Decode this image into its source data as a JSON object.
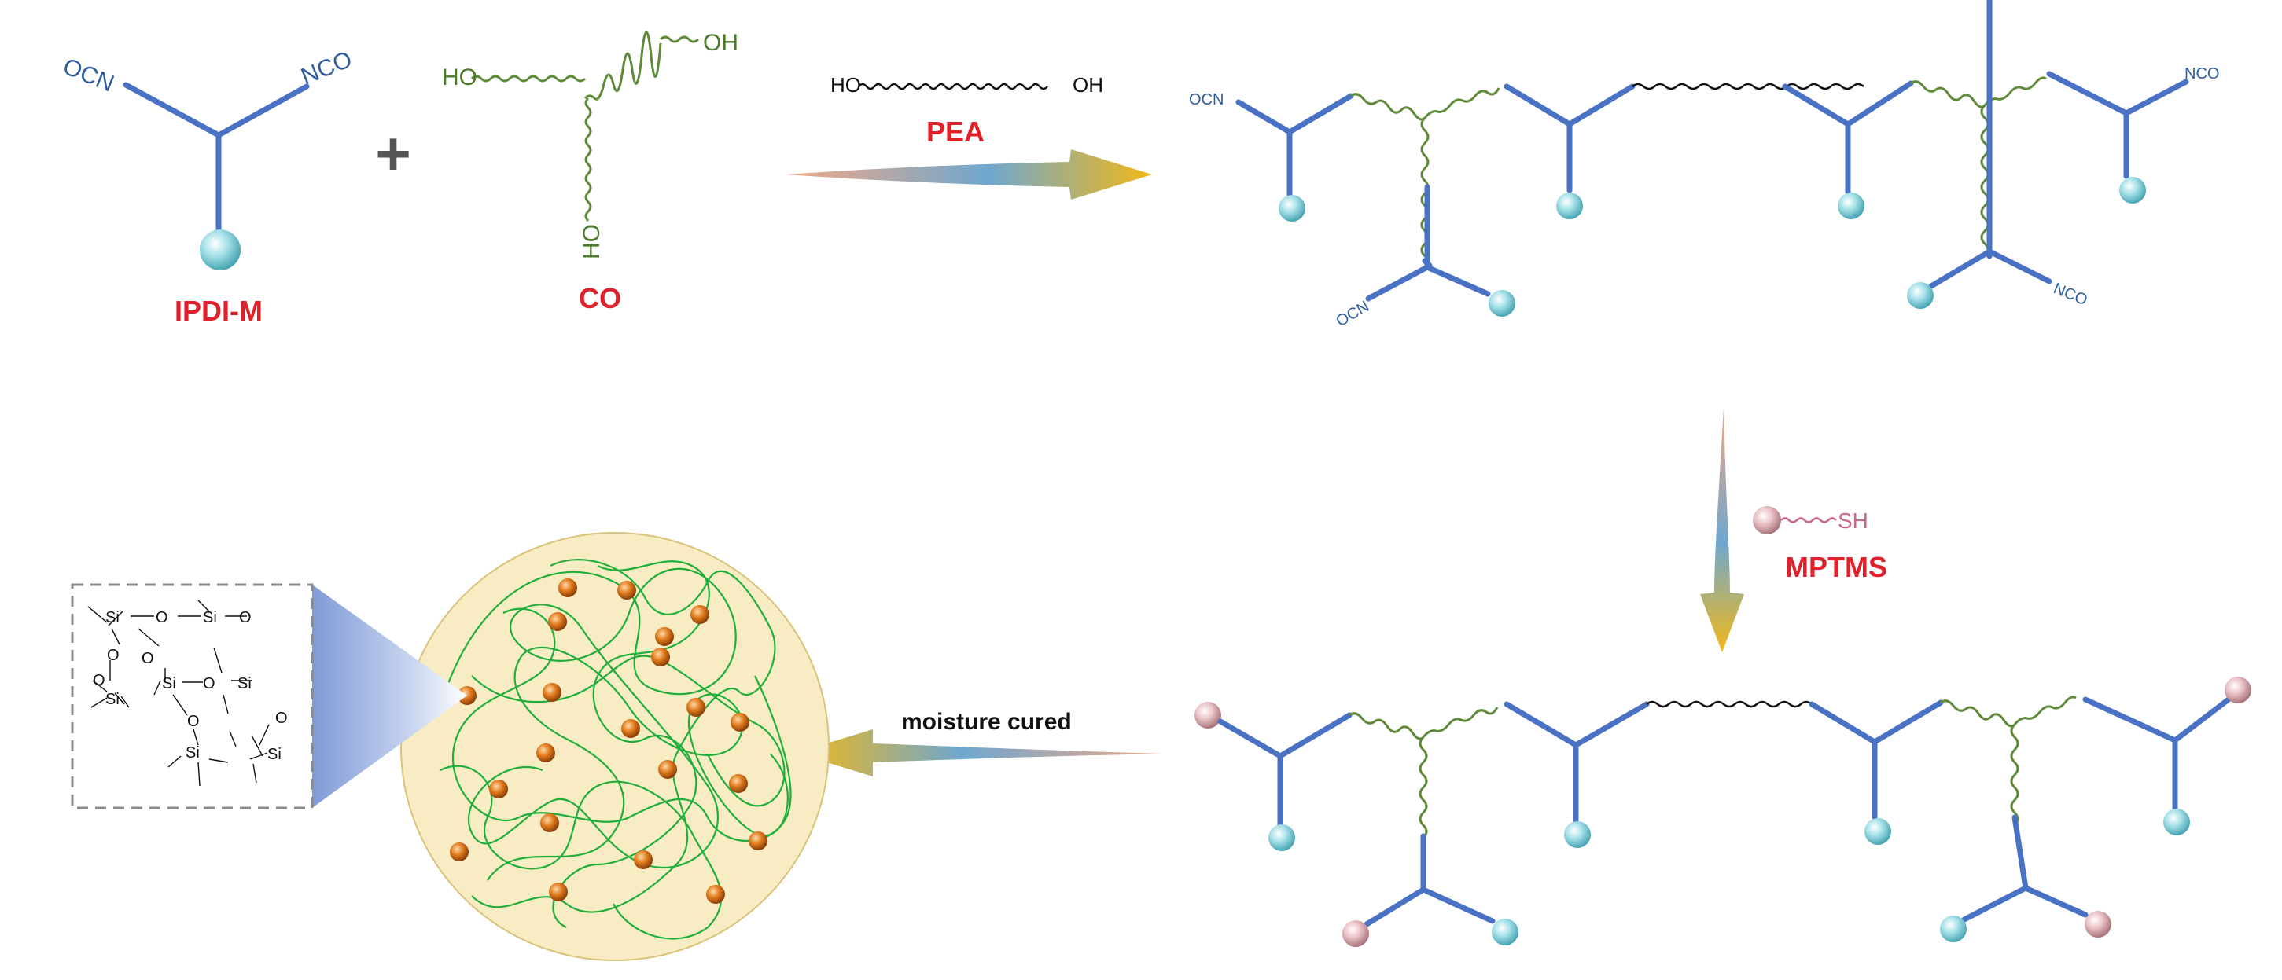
{
  "reactants": {
    "ipdi_label": "IPDI-M",
    "co_label": "CO",
    "plus": "+",
    "ncos": [
      "OCN",
      "NCO"
    ],
    "oh": [
      "HO",
      "OH",
      "HO"
    ]
  },
  "step1": {
    "reagent_formula_left": "HO",
    "reagent_formula_right": "OH",
    "reagent_label": "PEA"
  },
  "prepolymer": {
    "end_groups": [
      "OCN",
      "NCO",
      "OCN",
      "NCO"
    ]
  },
  "step2": {
    "reagent_label": "MPTMS",
    "reagent_group": "SH"
  },
  "step3": {
    "label": "moisture cured"
  },
  "siloxane": {
    "atoms": [
      "Si",
      "O",
      "Si",
      "O",
      "O",
      "O",
      "Si",
      "O",
      "Si",
      "Si",
      "O",
      "O",
      "O",
      "Si",
      "Si"
    ]
  },
  "colors": {
    "label_red": "#e0202a",
    "backbone_blue": "#4a72c4",
    "chain_green": "#5e8a3a",
    "sphere_cyan": "#8fd6e0",
    "sphere_pink": "#e6b3b8",
    "sphere_orange": "#e07a1c",
    "network_green": "#1fae3a",
    "circle_fill": "#f8ecc4"
  }
}
